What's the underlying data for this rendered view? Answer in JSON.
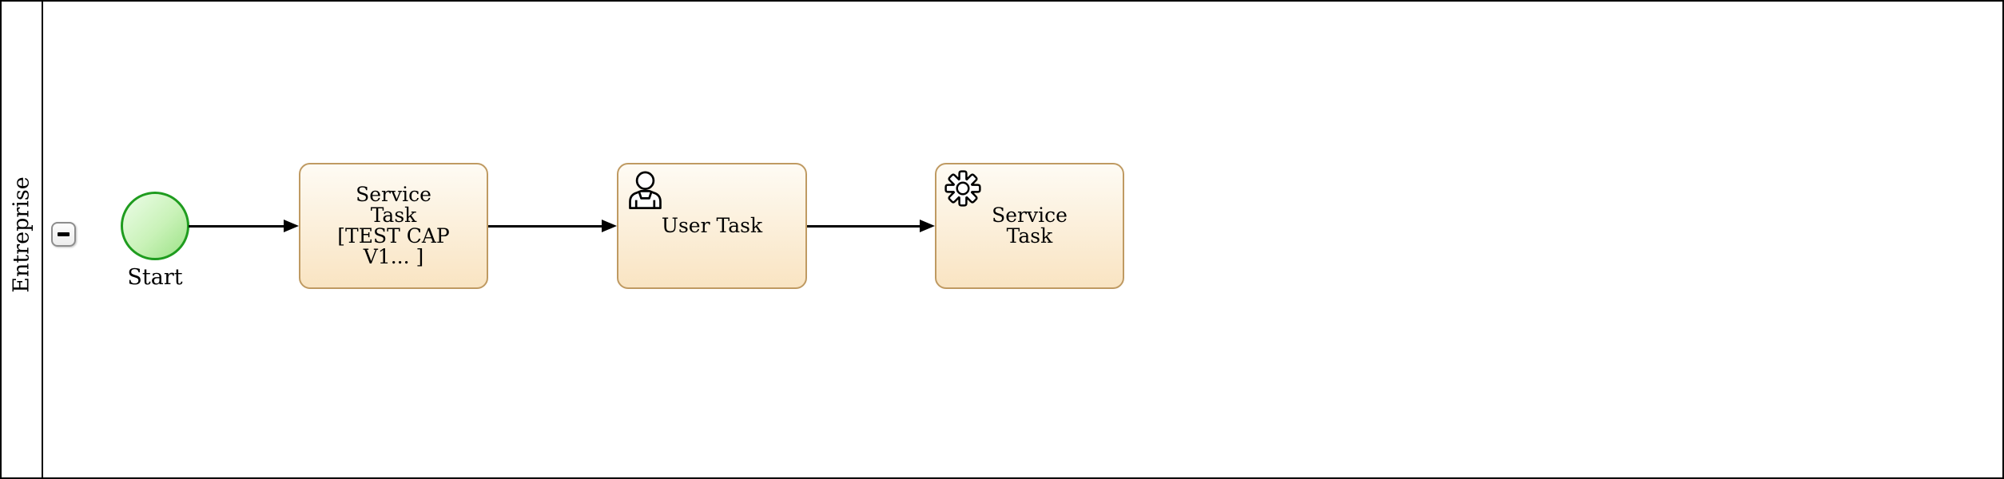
{
  "lane": {
    "label": "Entreprise",
    "collapse_icon": "minus"
  },
  "nodes": {
    "start": {
      "type": "start-event",
      "label": "Start"
    },
    "task1": {
      "type": "service-task",
      "label": "Service\nTask\n[TEST CAP\nV1... ]"
    },
    "task2": {
      "type": "user-task",
      "label": "User Task",
      "icon": "user-icon"
    },
    "task3": {
      "type": "service-task",
      "label": "Service\nTask",
      "icon": "gear-icon"
    }
  },
  "flows": [
    {
      "from": "start",
      "to": "task1"
    },
    {
      "from": "task1",
      "to": "task2"
    },
    {
      "from": "task2",
      "to": "task3"
    }
  ],
  "colors": {
    "task_border": "#bf9a62",
    "task_fill_top": "#fefbf4",
    "task_fill_bottom": "#f9e4c2",
    "start_border": "#1f9c1f",
    "start_fill_light": "#edfde9",
    "start_fill_dark": "#9be285",
    "pool_border": "#000000"
  }
}
